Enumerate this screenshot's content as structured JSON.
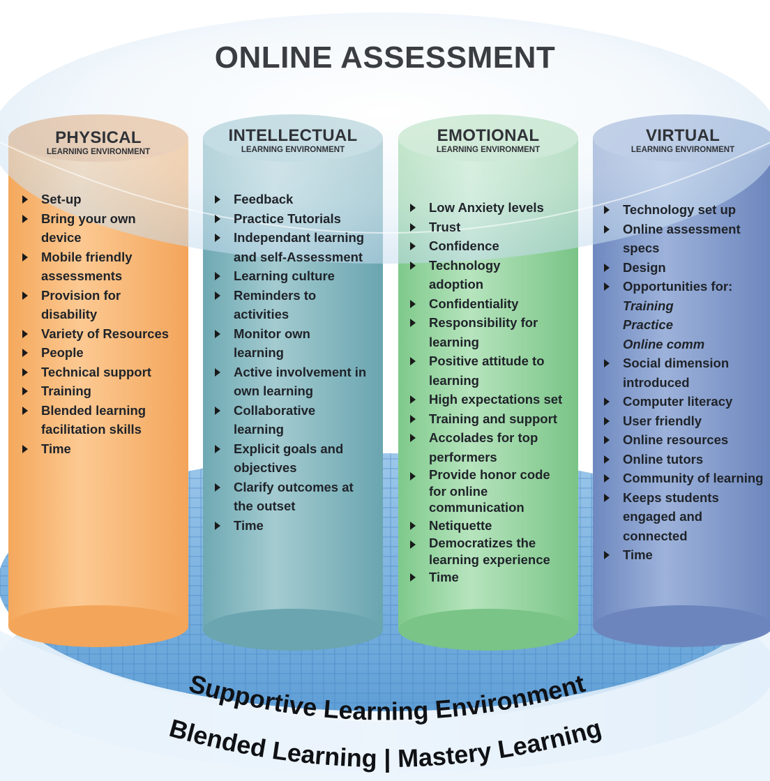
{
  "title": "ONLINE ASSESSMENT",
  "columns": [
    {
      "name": "PHYSICAL",
      "subtitle": "LEARNING ENVIRONMENT",
      "color": "#f7b777",
      "items": [
        "Set-up",
        "Bring your own",
        "device",
        "Mobile friendly",
        "assessments",
        "Provision for",
        "disability",
        "Variety of Resources",
        "People",
        "Technical support",
        "Training",
        "Blended learning",
        "facilitation skills",
        "Time"
      ]
    },
    {
      "name": "INTELLECTUAL",
      "subtitle": "LEARNING ENVIRONMENT",
      "color": "#7fb7be",
      "items": [
        "Feedback",
        "Practice Tutorials",
        "Independant learning",
        "and self-Assessment",
        "Learning culture",
        "Reminders to",
        "activities",
        "Monitor own",
        "learning",
        "Active involvement in",
        "own learning",
        "Collaborative",
        "learning",
        "Explicit goals and",
        "objectives",
        "Clarify outcomes at",
        "the outset",
        "Time"
      ]
    },
    {
      "name": "EMOTIONAL",
      "subtitle": "LEARNING ENVIRONMENT",
      "color": "#8fd19a",
      "items": [
        "Low Anxiety  levels",
        "Trust",
        "Confidence",
        "Technology",
        "adoption",
        "Confidentiality",
        "Responsibility for",
        "learning",
        "Positive attitude to",
        "learning",
        "High expectations set",
        "Training and support",
        "Accolades for top",
        "performers",
        "Provide honor code",
        "for online",
        "communication",
        "Netiquette",
        "Democratizes the",
        "learning experience",
        "Time"
      ]
    },
    {
      "name": "VIRTUAL",
      "subtitle": "LEARNING ENVIRONMENT",
      "color": "#7f98c9",
      "items": [
        "Technology set up",
        "Online assessment",
        "specs",
        "Design",
        "Opportunities for:",
        "Training",
        "Practice",
        "Online comm",
        "Social dimension",
        "introduced",
        "Computer literacy",
        "User friendly",
        "Online resources",
        "Online tutors",
        "Community of learning",
        "Keeps students",
        "engaged and",
        "connected",
        "Time"
      ]
    }
  ],
  "base": {
    "line1": "Supportive Learning Environment",
    "line2": "Blended Learning | Mastery Learning"
  }
}
